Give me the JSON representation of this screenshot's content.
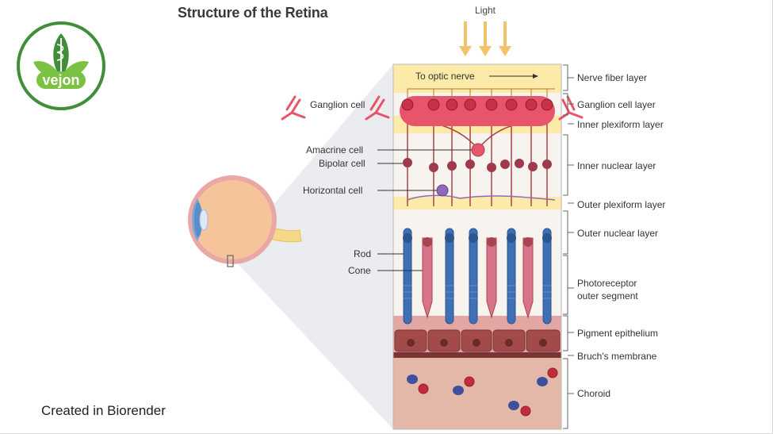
{
  "title": "Structure of the Retina",
  "credit": "Created in Biorender",
  "logo_text": "vejon",
  "light_label": "Light",
  "optic_nerve_label": "To optic nerve",
  "layers": [
    {
      "label": "Nerve fiber layer"
    },
    {
      "label": "Ganglion cell layer"
    },
    {
      "label": "Inner plexiform layer"
    },
    {
      "label": "Inner nuclear layer"
    },
    {
      "label": "Outer plexiform layer"
    },
    {
      "label": "Outer nuclear layer"
    },
    {
      "label": "Photoreceptor",
      "label2": "outer segment"
    },
    {
      "label": "Pigment epithelium"
    },
    {
      "label": "Bruch's membrane"
    },
    {
      "label": "Choroid"
    }
  ],
  "cells": {
    "ganglion": "Ganglion cell",
    "amacrine": "Amacrine cell",
    "bipolar": "Bipolar cell",
    "horizontal": "Horizontal cell",
    "rod": "Rod",
    "cone": "Cone"
  },
  "colors": {
    "nerve_fiber": "#fbeaa8",
    "ganglion": "#e8546a",
    "neuron": "#9e3a4a",
    "rod": "#3f6fb5",
    "cone": "#c9576f",
    "pigment": "#8a3b3e",
    "choroid": "#e4b8a8",
    "logo": "#3f8f3a"
  }
}
